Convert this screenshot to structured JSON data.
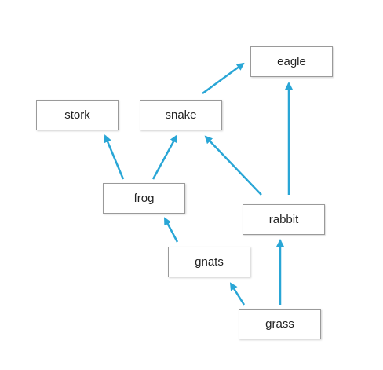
{
  "nodes": {
    "eagle": "eagle",
    "stork": "stork",
    "snake": "snake",
    "frog": "frog",
    "rabbit": "rabbit",
    "gnats": "gnats",
    "grass": "grass"
  },
  "edges": [
    {
      "from": "snake",
      "to": "eagle"
    },
    {
      "from": "rabbit",
      "to": "eagle"
    },
    {
      "from": "frog",
      "to": "stork"
    },
    {
      "from": "frog",
      "to": "snake"
    },
    {
      "from": "rabbit",
      "to": "snake"
    },
    {
      "from": "gnats",
      "to": "frog"
    },
    {
      "from": "grass",
      "to": "rabbit"
    },
    {
      "from": "grass",
      "to": "gnats"
    }
  ],
  "colors": {
    "arrow": "#29a6d6",
    "box_border": "#9a9a9a",
    "text": "#222222"
  }
}
